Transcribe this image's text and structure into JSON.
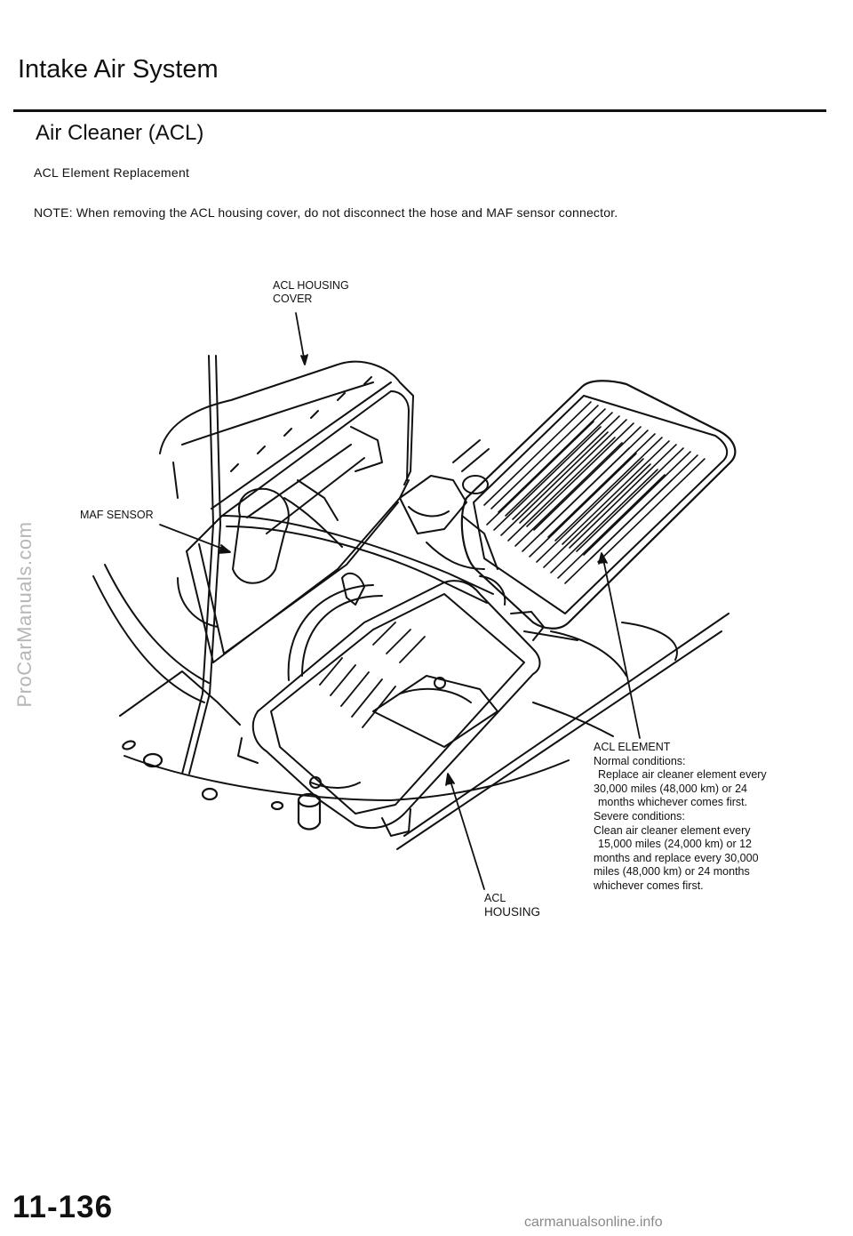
{
  "header": {
    "title": "Intake Air System",
    "section": "Air Cleaner (ACL)",
    "subsection": "ACL Element Replacement",
    "note": "NOTE:  When removing the ACL housing cover, do not disconnect the hose and MAF sensor connector."
  },
  "callouts": {
    "housing_cover": [
      "ACL HOUSING",
      "COVER"
    ],
    "maf_sensor": "MAF SENSOR",
    "acl_element": {
      "title": "ACL ELEMENT",
      "normal_heading": "Normal  conditions:",
      "normal_lines": [
        "Replace  air  cleaner  element  every",
        "30,000  miles  (48,000  km)  or  24",
        "months  whichever  comes  first."
      ],
      "severe_heading": "Severe conditions:",
      "severe_lines": [
        "Clean  air  cleaner  element  every",
        "15,000  miles  (24,000  km)  or  12",
        "months  and  replace  every  30,000",
        "miles  (48,000  km)  or  24  months",
        "whichever  comes  first."
      ]
    },
    "acl_housing": [
      "ACL",
      "HOUSING"
    ]
  },
  "watermark": "ProCarManuals.com",
  "footer": {
    "page_number": "11-136",
    "site": "carmanualsonline.info"
  }
}
